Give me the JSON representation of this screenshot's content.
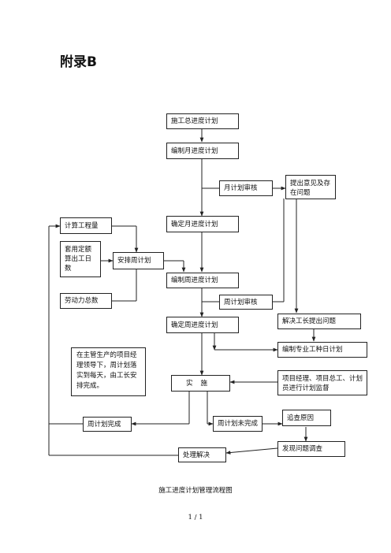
{
  "heading": "附录B",
  "boxes": {
    "overall_plan": "施工总进度计划",
    "compile_monthly": "编制月进度计划",
    "monthly_review": "月计划审核",
    "raise_issues": "提出意见及存在问题",
    "calc_quantity": "计算工程量",
    "confirm_monthly": "确定月进度计划",
    "quota_days": "套用定额算出工日数",
    "arrange_weekly": "安排周计划",
    "compile_weekly": "编制周进度计划",
    "labor_total": "劳动力总数",
    "weekly_review": "周计划审核",
    "confirm_weekly": "确定周进度计划",
    "solve_foreman": "解决工长提出问题",
    "note": "在主管生产的项目经理领导下，周计划落实到每天，由工长安排完成。",
    "trade_daily": "编制专业工种日计划",
    "supervise": "项目经理、项目总工、计划员进行计划监督",
    "implement": "实施",
    "weekly_done": "周计划完成",
    "weekly_not_done": "周计划未完成",
    "trace_cause": "追查原因",
    "investigate": "发现问题调查",
    "handle": "处理解决"
  },
  "caption": "施工进度计划管理流程图",
  "page_number": "1 / 1"
}
